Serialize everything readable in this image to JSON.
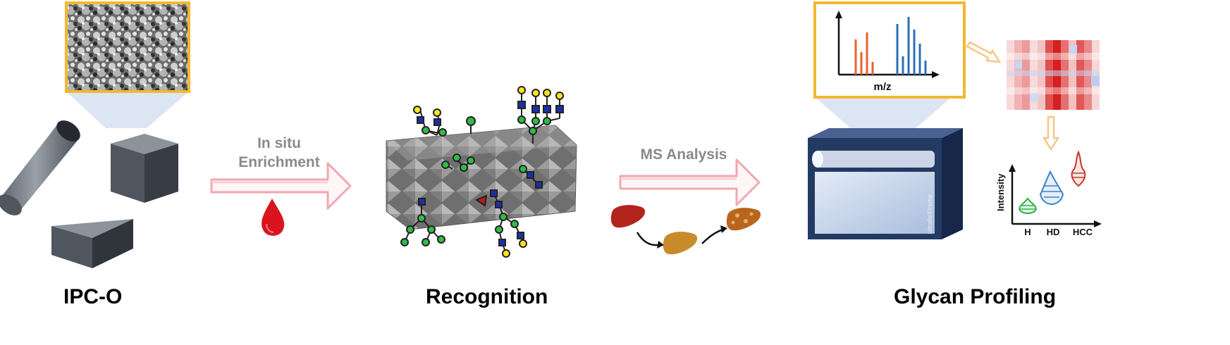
{
  "stages": {
    "left": "IPC-O",
    "middle": "Recognition",
    "right": "Glycan Profiling"
  },
  "steps": {
    "enrichment_line1": "In situ",
    "enrichment_line2": "Enrichment",
    "ms_analysis": "MS Analysis"
  },
  "spectrum": {
    "xlabel": "m/z"
  },
  "instrument": {
    "brand": "ultrafleXtreme"
  },
  "violin": {
    "ylabel": "Intensity",
    "groups": [
      "H",
      "HD",
      "HCC"
    ]
  },
  "colors": {
    "highlight_frame": "#f4b730",
    "arrow_outline": "#f2a7ae",
    "blood": "#d9141f",
    "spectrum_orange": "#e8622c",
    "spectrum_blue": "#2e6fba",
    "violin_h": "#2fb24c",
    "violin_hd": "#3b82c4",
    "violin_hcc": "#c0392b",
    "instrument_body": "#233a63"
  },
  "icons": [
    "cylinder-icon",
    "cube-icon",
    "triangular-prism-icon",
    "blood-drop-icon",
    "liver-icon",
    "glycan-icon"
  ]
}
